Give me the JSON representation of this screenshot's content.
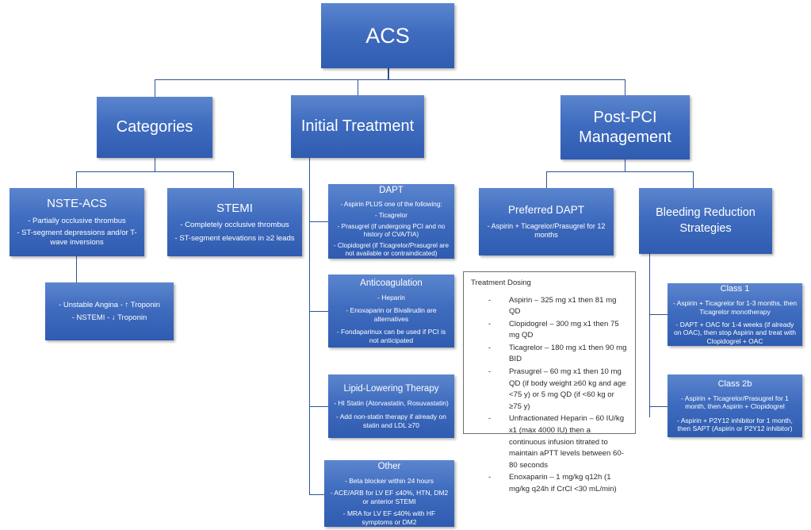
{
  "diagram": {
    "title": "ACS",
    "theme": {
      "node_fill": "#3f6cbf",
      "node_text": "#ffffff",
      "connector": "#2e5496",
      "card_border": "#6f6f6f",
      "card_fill": "#ffffff"
    }
  },
  "root": {
    "label": "ACS"
  },
  "branches": {
    "categories": {
      "label": "Categories"
    },
    "initial_treatment": {
      "label": "Initial Treatment"
    },
    "post_pci": {
      "label": "Post-PCI Management",
      "line1": "Post-PCI",
      "line2": "Management"
    }
  },
  "categories": {
    "nste_acs": {
      "title": "NSTE-ACS",
      "bullets": [
        "- Partially occlusive thrombus",
        "- ST-segment depressions and/or T-wave inversions"
      ]
    },
    "stemi": {
      "title": "STEMI",
      "bullets": [
        "- Completely occlusive thrombus",
        "- ST-segment elevations in ≥2 leads"
      ]
    },
    "troponin": {
      "bullets": [
        "- Unstable Angina - ↑ Troponin",
        "- NSTEMI - ↓ Troponin"
      ]
    }
  },
  "initial_treatment": {
    "dapt": {
      "title": "DAPT",
      "bullets": [
        "- Aspirin PLUS one of the following:",
        "- Ticagrelor",
        "- Prasugrel (if undergoing PCI and no history of CVA/TIA)",
        "- Clopidogrel (if Ticagrelor/Prasugrel are not available or contraindicated)"
      ]
    },
    "anticoagulation": {
      "title": "Anticoagulation",
      "bullets": [
        "- Heparin",
        "- Enoxaparin or Bivalirudin are alternatives",
        "- Fondaparinux can be used if PCI is not anticipated"
      ]
    },
    "lipid": {
      "title": "Lipid-Lowering Therapy",
      "bullets": [
        "- HI Statin (Atorvastatin, Rosuvastatin)",
        "- Add non-statin therapy if already on statin and LDL ≥70"
      ]
    },
    "other": {
      "title": "Other",
      "bullets": [
        "- Beta blocker within 24 hours",
        "- ACE/ARB for LV EF ≤40%, HTN, DM2 or anterior STEMI",
        "- MRA for LV EF ≤40% with HF symptoms or DM2"
      ]
    }
  },
  "post_pci": {
    "preferred_dapt": {
      "title": "Preferred DAPT",
      "bullets": [
        "- Aspirin + Ticagrelor/Prasugrel for 12 months"
      ]
    },
    "bleeding_reduction": {
      "title": "Bleeding Reduction Strategies",
      "line1": "Bleeding Reduction",
      "line2": "Strategies"
    },
    "class1": {
      "title": "Class 1",
      "bullets": [
        "- Aspirin + Ticagrelor for 1-3 months, then Ticagrelor monotherapy",
        "- DAPT + OAC for 1-4 weeks (if already on OAC), then stop Aspirin and treat with Clopidogrel + OAC"
      ]
    },
    "class2b": {
      "title": "Class 2b",
      "bullets": [
        "- Aspirin + Ticagrelor/Prasugrel for 1 month, then Aspirin + Clopidogrel",
        "- Aspirin + P2Y12 inhibitor for 1 month, then SAPT (Aspirin or P2Y12 inhibitor)"
      ]
    }
  },
  "dosing_card": {
    "heading": "Treatment Dosing",
    "items": [
      "Aspirin – 325 mg x1 then 81 mg QD",
      "Clopidogrel – 300 mg x1 then 75 mg QD",
      "Ticagrelor – 180 mg x1 then 90 mg BID",
      "Prasugrel – 60 mg x1 then 10 mg QD (if body weight ≥60 kg and age <75 y) or 5 mg QD (if <60 kg or ≥75 y)",
      "Unfractionated Heparin – 60 IU/kg x1 (max 4000 IU) then a continuous infusion titrated to maintain aPTT levels between 60-80 seconds",
      "Enoxaparin – 1 mg/kg q12h (1 mg/kg q24h if CrCl <30 mL/min)"
    ],
    "bullet_marker": "-"
  }
}
